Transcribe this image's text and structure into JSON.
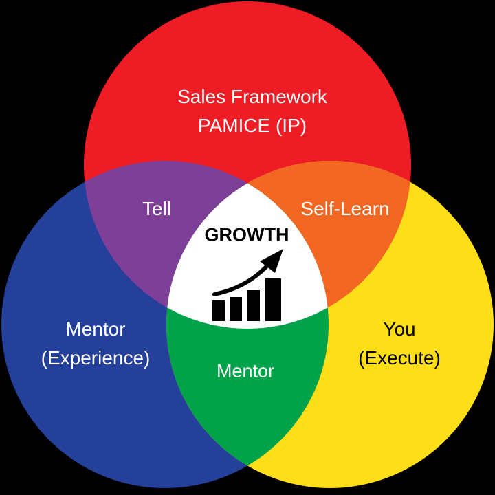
{
  "diagram": {
    "colors": {
      "background": "#000000",
      "red": "#ee1c25",
      "blue": "#25409a",
      "yellow": "#fedd19",
      "purple": "#7e3f98",
      "orange": "#f26722",
      "green": "#01a24a",
      "center": "#ffffff"
    },
    "circles": {
      "top": {
        "lines": [
          "Sales Framework",
          "PAMICE (IP)"
        ],
        "text_color": "#ffffff"
      },
      "left": {
        "lines": [
          "Mentor",
          "(Experience)"
        ],
        "text_color": "#ffffff"
      },
      "right": {
        "lines": [
          "You",
          "(Execute)"
        ],
        "text_color": "#000000"
      }
    },
    "overlaps": {
      "top_left": {
        "label": "Tell",
        "text_color": "#ffffff"
      },
      "top_right": {
        "label": "Self-Learn",
        "text_color": "#ffffff"
      },
      "bottom": {
        "label": "Mentor",
        "text_color": "#ffffff"
      }
    },
    "center": {
      "label": "GROWTH",
      "icon": "growth-chart-icon",
      "text_color": "#000000"
    }
  }
}
